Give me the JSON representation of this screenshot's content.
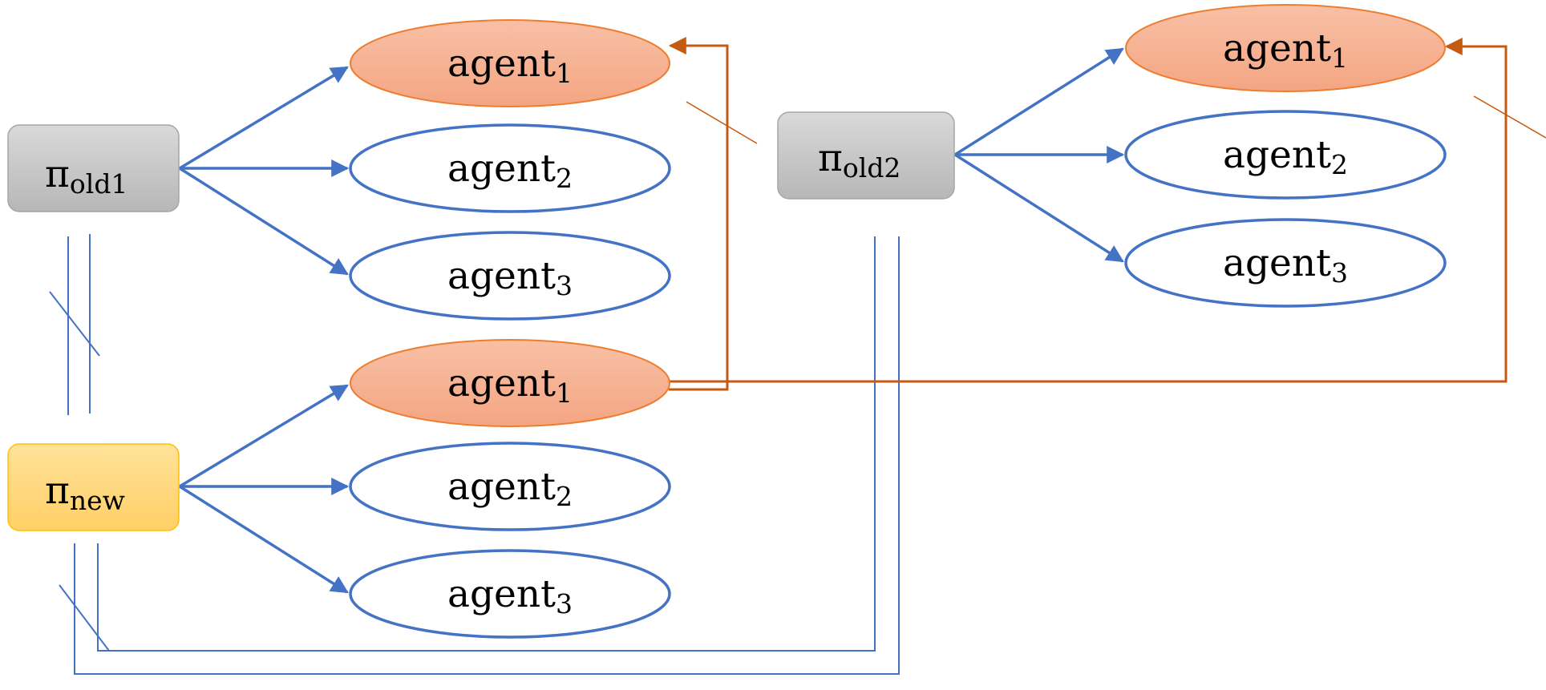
{
  "colors": {
    "blue": "#4472C4",
    "orange": "#C55A11",
    "orange_border": "#ED7D31",
    "orange_fill_top": "#F8C0A6",
    "orange_fill_bottom": "#F4A582",
    "gray_fill_top": "#D9D9D9",
    "gray_fill_bottom": "#B7B7B7",
    "gray_border": "#A6A6A6",
    "yellow_fill_top": "#FFE29A",
    "yellow_fill_bottom": "#FFD066",
    "yellow_border": "#FFC000"
  },
  "policies": {
    "old1": {
      "symbol": "π",
      "subscript": "old1"
    },
    "new": {
      "symbol": "π",
      "subscript": "new"
    },
    "old2": {
      "symbol": "π",
      "subscript": "old2"
    }
  },
  "groups": {
    "old1": [
      {
        "name": "agent",
        "index": "1",
        "highlighted": true
      },
      {
        "name": "agent",
        "index": "2",
        "highlighted": false
      },
      {
        "name": "agent",
        "index": "3",
        "highlighted": false
      }
    ],
    "new": [
      {
        "name": "agent",
        "index": "1",
        "highlighted": true
      },
      {
        "name": "agent",
        "index": "2",
        "highlighted": false
      },
      {
        "name": "agent",
        "index": "3",
        "highlighted": false
      }
    ],
    "old2": [
      {
        "name": "agent",
        "index": "1",
        "highlighted": true
      },
      {
        "name": "agent",
        "index": "2",
        "highlighted": false
      },
      {
        "name": "agent",
        "index": "3",
        "highlighted": false
      }
    ]
  }
}
